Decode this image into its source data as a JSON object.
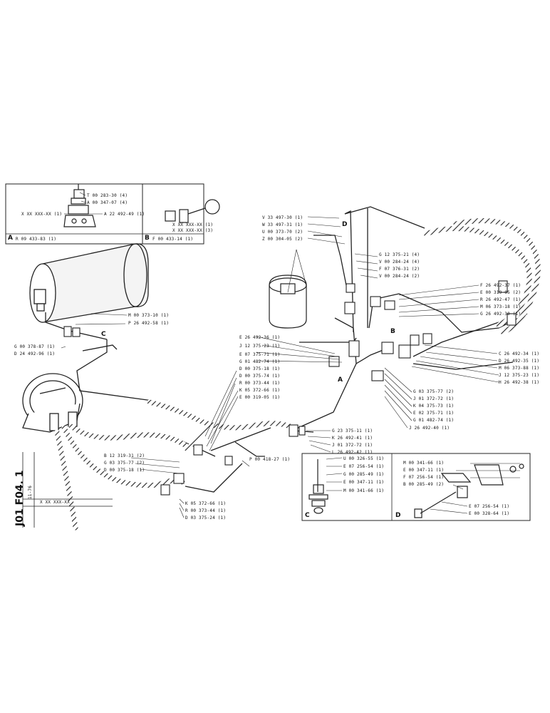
{
  "sheet": {
    "code": "J01 F04. 1",
    "date": "11-76",
    "ref": "X XX XXX-XX"
  },
  "insets": {
    "a": {
      "letter": "A",
      "main": "R 09 433-83 (1)",
      "parts": [
        "T 00 283-30 (4)",
        "A 00 347-07 (4)",
        "X XX XXX-XX (1)",
        "A 22 492-49 (1)"
      ]
    },
    "b": {
      "letter": "B",
      "main": "F 00 433-14 (1)",
      "parts": [
        "X XX XXX-XX (1)",
        "X XX XXX-XX (3)"
      ]
    },
    "c": {
      "letter": "C",
      "parts": [
        "U 00 326-55 (1)",
        "E 07 256-54 (1)",
        "G 00 285-49 (1)",
        "E 00 347-11 (1)",
        "M 00 341-66 (1)"
      ]
    },
    "d": {
      "letter": "D",
      "parts": [
        "M 00 341-66 (1)",
        "E 00 347-11 (1)",
        "F 07 256-54 (1)",
        "B 00 285-49 (2)",
        "E 07 256-54 (1)",
        "E 00 328-64 (1)"
      ]
    }
  },
  "callouts": {
    "top_left_group": [
      "V 33 497-30 (1)",
      "W 33 497-31 (1)",
      "U 00 373-70 (2)",
      "Z 00 304-05 (2)"
    ],
    "valve_group": [
      "G 12 375-21 (4)",
      "V 00 284-24 (4)",
      "F 07 376-31 (2)",
      "V 00 284-24 (2)"
    ],
    "right_upper": [
      "F 26 492-37 (1)",
      "E 00 319-05 (2)",
      "R 26 492-47 (1)",
      "M 06 373-18 (1)",
      "G 26 492-30 (1)"
    ],
    "right_lower": [
      "C 26 492-34 (1)",
      "D 26 492-35 (1)",
      "M 06 373-88 (1)",
      "J 12 375-23 (1)",
      "H 26 492-38 (1)"
    ],
    "tank": [
      "M 00 373-10 (1)",
      "P 26 492-58 (1)"
    ],
    "left_fitting": [
      "G 00 378-87 (1)",
      "D 24 492-96 (1)"
    ],
    "mid_column": [
      "E 26 492-36 (1)",
      "J 12 375-23 (1)",
      "E 07 375-71 (1)",
      "G 01 482-74 (1)",
      "D 00 375-18 (1)",
      "D 00 375-74 (1)",
      "R 00 373-44 (1)",
      "K 05 372-66 (1)",
      "E 00 319-05 (1)"
    ],
    "center_right": [
      "G 03 375-77 (2)",
      "J 01 372-72 (1)",
      "K 04 375-73 (1)",
      "E 02 375-71 (1)",
      "G 01 482-74 (1)",
      "J 26 492-40 (1)"
    ],
    "center_lower": [
      "G 23 375-11 (1)",
      "K 26 492-41 (1)",
      "J 01 372-72 (1)",
      "L 26 492-42 (1)"
    ],
    "gauge_group": [
      "B 12 319-31 (2)",
      "G 03 375-77 (2)",
      "D 00 375-18 (1)"
    ],
    "bottom_group": [
      "K 05 372-66 (1)",
      "R 00 373-44 (1)",
      "D 03 375-24 (1)"
    ],
    "pipe_label": "P 00 418-27 (1)"
  },
  "letters": [
    "D",
    "B",
    "C",
    "A"
  ]
}
